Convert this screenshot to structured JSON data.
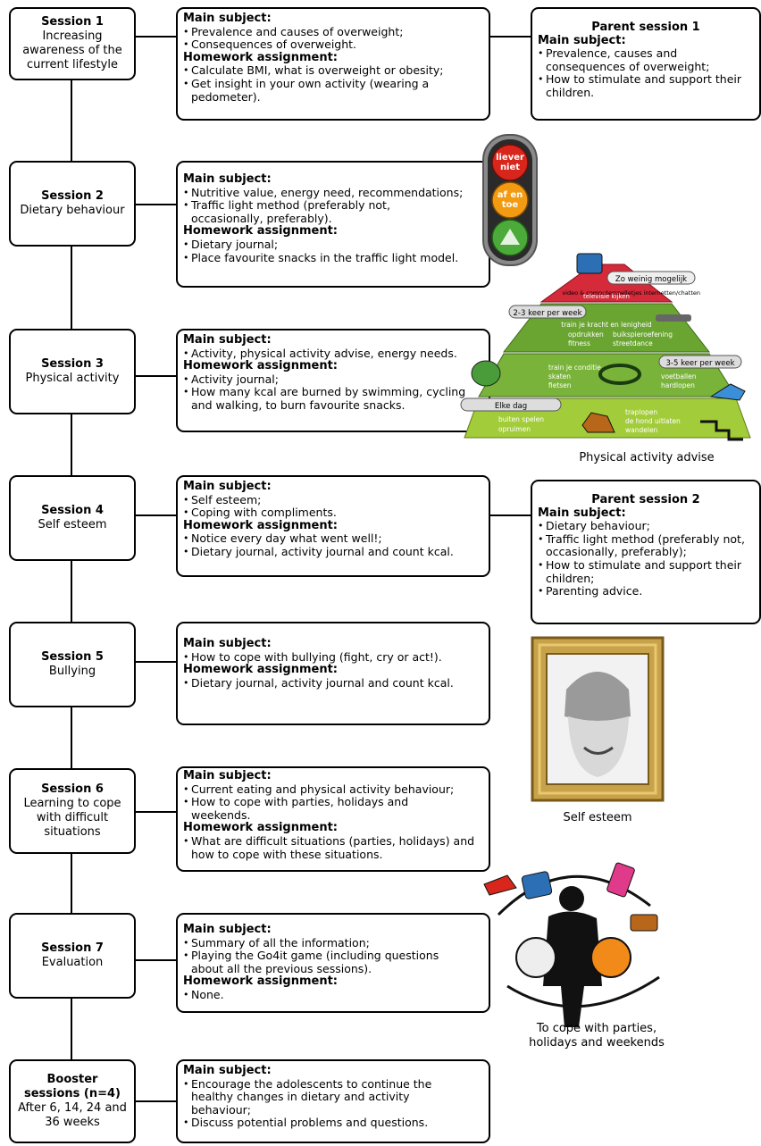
{
  "labels": {
    "main_subject": "Main subject:",
    "homework": "Homework assignment:"
  },
  "sessions": [
    {
      "title": "Session 1",
      "subtitle": "Increasing awareness of the current lifestyle",
      "main": [
        "Prevalence and causes of overweight;",
        "Consequences of overweight."
      ],
      "homework": [
        "Calculate BMI, what is overweight or obesity;",
        "Get insight in your own activity (wearing a pedometer)."
      ]
    },
    {
      "title": "Session 2",
      "subtitle": "Dietary behaviour",
      "main": [
        "Nutritive value, energy need, recommendations;",
        "Traffic light method (preferably not, occasionally, preferably)."
      ],
      "homework": [
        "Dietary journal;",
        "Place favourite snacks in the traffic light model."
      ]
    },
    {
      "title": "Session 3",
      "subtitle": "Physical activity",
      "main": [
        "Activity, physical activity advise, energy needs."
      ],
      "homework": [
        "Activity journal;",
        "How many kcal are burned by swimming, cycling and walking, to burn favourite snacks."
      ]
    },
    {
      "title": "Session 4",
      "subtitle": "Self esteem",
      "main": [
        "Self esteem;",
        "Coping with compliments."
      ],
      "homework": [
        "Notice every day what went well!;",
        "Dietary journal, activity journal and count kcal."
      ]
    },
    {
      "title": "Session 5",
      "subtitle": "Bullying",
      "main": [
        "How to cope with bullying (fight, cry or act!)."
      ],
      "homework": [
        "Dietary journal, activity journal and count kcal."
      ]
    },
    {
      "title": "Session 6",
      "subtitle": "Learning to cope with difficult situations",
      "main": [
        "Current eating and physical activity behaviour;",
        "How to cope with parties, holidays and weekends."
      ],
      "homework": [
        "What are difficult situations (parties, holidays) and how to cope with these situations."
      ]
    },
    {
      "title": "Session 7",
      "subtitle": "Evaluation",
      "main": [
        "Summary of all the information;",
        "Playing the Go4it game (including questions about all the previous sessions)."
      ],
      "homework": [
        "None."
      ]
    },
    {
      "title": "Booster sessions (n=4)",
      "subtitle": "After 6, 14, 24 and 36 weeks",
      "main": [
        "Encourage the adolescents to continue the healthy changes in dietary and activity behaviour;",
        "Discuss potential problems and questions."
      ],
      "homework": []
    }
  ],
  "parents": [
    {
      "title": "Parent session 1",
      "main": [
        "Prevalence, causes and consequences of overweight;",
        "How to stimulate and support their children."
      ]
    },
    {
      "title": "Parent session 2",
      "main": [
        "Dietary behaviour;",
        "Traffic light method (preferably not, occasionally, preferably);",
        "How to stimulate and support their children;",
        "Parenting advice."
      ]
    }
  ],
  "traffic_light": {
    "red": "liever niet",
    "orange": "af en toe",
    "green": "",
    "colors": {
      "red": "#d8261c",
      "orange": "#f29a12",
      "green": "#4caa3a"
    }
  },
  "pyramid": {
    "top_label": "Zo weinig mogelijk",
    "top_sub": "video & computerspelletjes internetten/chatten",
    "top_item": "televisie kijken",
    "l2_label": "2-3 keer per week",
    "l2_items": [
      "train je kracht en lenigheid",
      "opdrukken",
      "buikspieroefening",
      "fitness",
      "streetdance"
    ],
    "l3_label": "3-5 keer per week",
    "l3_items": [
      "train je conditie",
      "skaten",
      "fietsen",
      "voetballen",
      "hardlopen"
    ],
    "l4_label": "Elke dag",
    "l4_items": [
      "buiten spelen",
      "opruimen",
      "traplopen",
      "de hond uitlaten",
      "wandelen"
    ]
  },
  "captions": {
    "physical": "Physical activity advise",
    "self_esteem": "Self esteem",
    "parties": "To cope with parties, holidays and weekends"
  }
}
